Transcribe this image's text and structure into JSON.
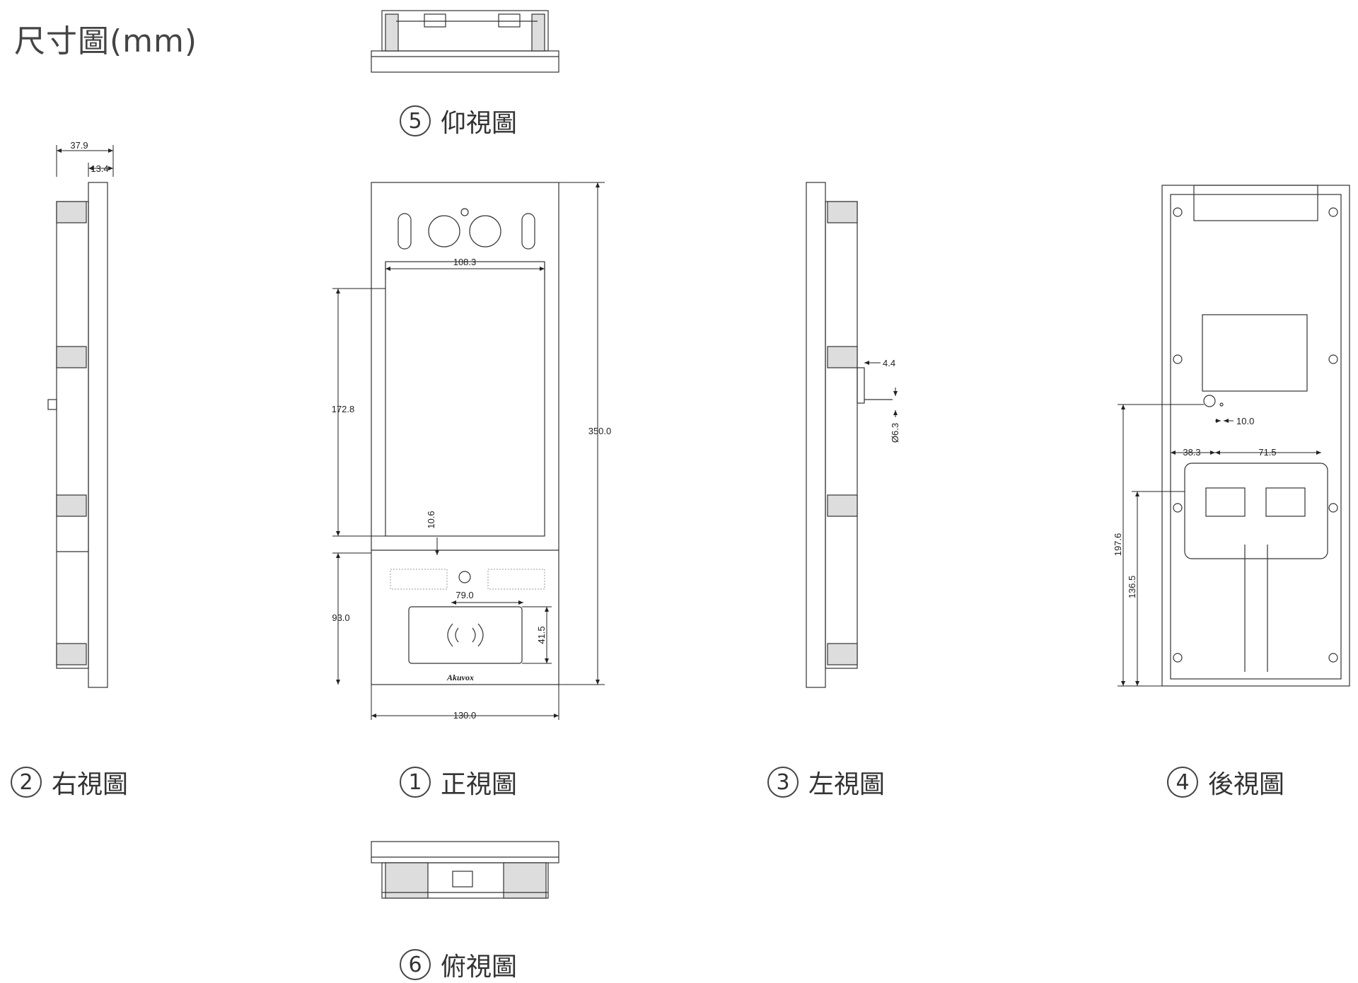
{
  "title": "尺寸圖(mm)",
  "views": {
    "front": {
      "num": "1",
      "label": "正視圖"
    },
    "right": {
      "num": "2",
      "label": "右視圖"
    },
    "left": {
      "num": "3",
      "label": "左視圖"
    },
    "back": {
      "num": "4",
      "label": "後視圖"
    },
    "bottom": {
      "num": "5",
      "label": "仰視圖"
    },
    "top": {
      "num": "6",
      "label": "俯視圖"
    }
  },
  "dimensions": {
    "side_depth": "37.9",
    "side_frame": "13.4",
    "screen_width": "108.3",
    "screen_height": "172.8",
    "total_height": "350.0",
    "screen_gap": "10.6",
    "bottom_height": "93.0",
    "card_width": "79.0",
    "card_height": "41.5",
    "total_width": "130.0",
    "left_protrusion": "4.4",
    "left_hole": "Ø6.3",
    "back_hole_offset": "10.0",
    "back_left_offset": "38.3",
    "back_width_span": "71.5",
    "back_height_1": "197.6",
    "back_height_2": "136.5"
  },
  "brand": "Akuvox"
}
